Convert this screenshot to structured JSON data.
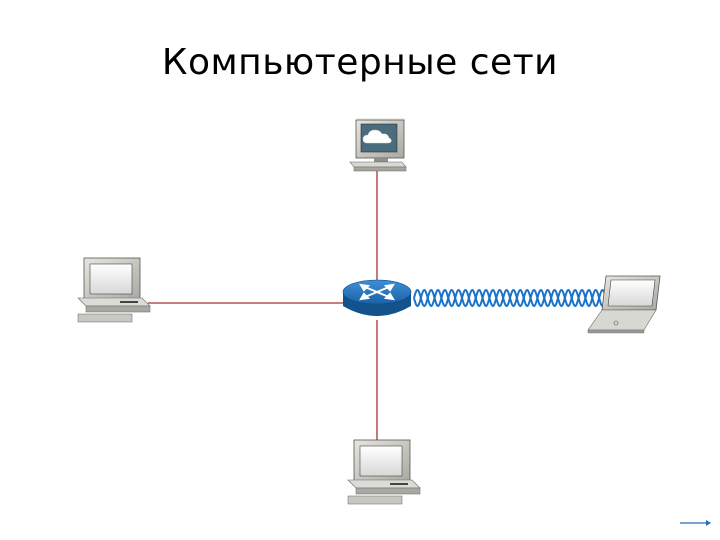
{
  "slide": {
    "title": "Компьютерные сети"
  },
  "diagram": {
    "nodes": [
      {
        "id": "server",
        "kind": "server-workstation"
      },
      {
        "id": "pc-left",
        "kind": "desktop-pc"
      },
      {
        "id": "router",
        "kind": "wireless-router"
      },
      {
        "id": "laptop",
        "kind": "laptop"
      },
      {
        "id": "pc-bottom",
        "kind": "desktop-pc"
      }
    ],
    "links": [
      {
        "from": "router",
        "to": "server",
        "type": "wired"
      },
      {
        "from": "router",
        "to": "pc-left",
        "type": "wired"
      },
      {
        "from": "router",
        "to": "pc-bottom",
        "type": "wired"
      },
      {
        "from": "router",
        "to": "laptop",
        "type": "wireless"
      }
    ],
    "colors": {
      "wired_link": "#a0342d",
      "wireless_link": "#1a73c8",
      "router_body": "#1e6fb8",
      "device_body": "#d9d9d3"
    }
  }
}
